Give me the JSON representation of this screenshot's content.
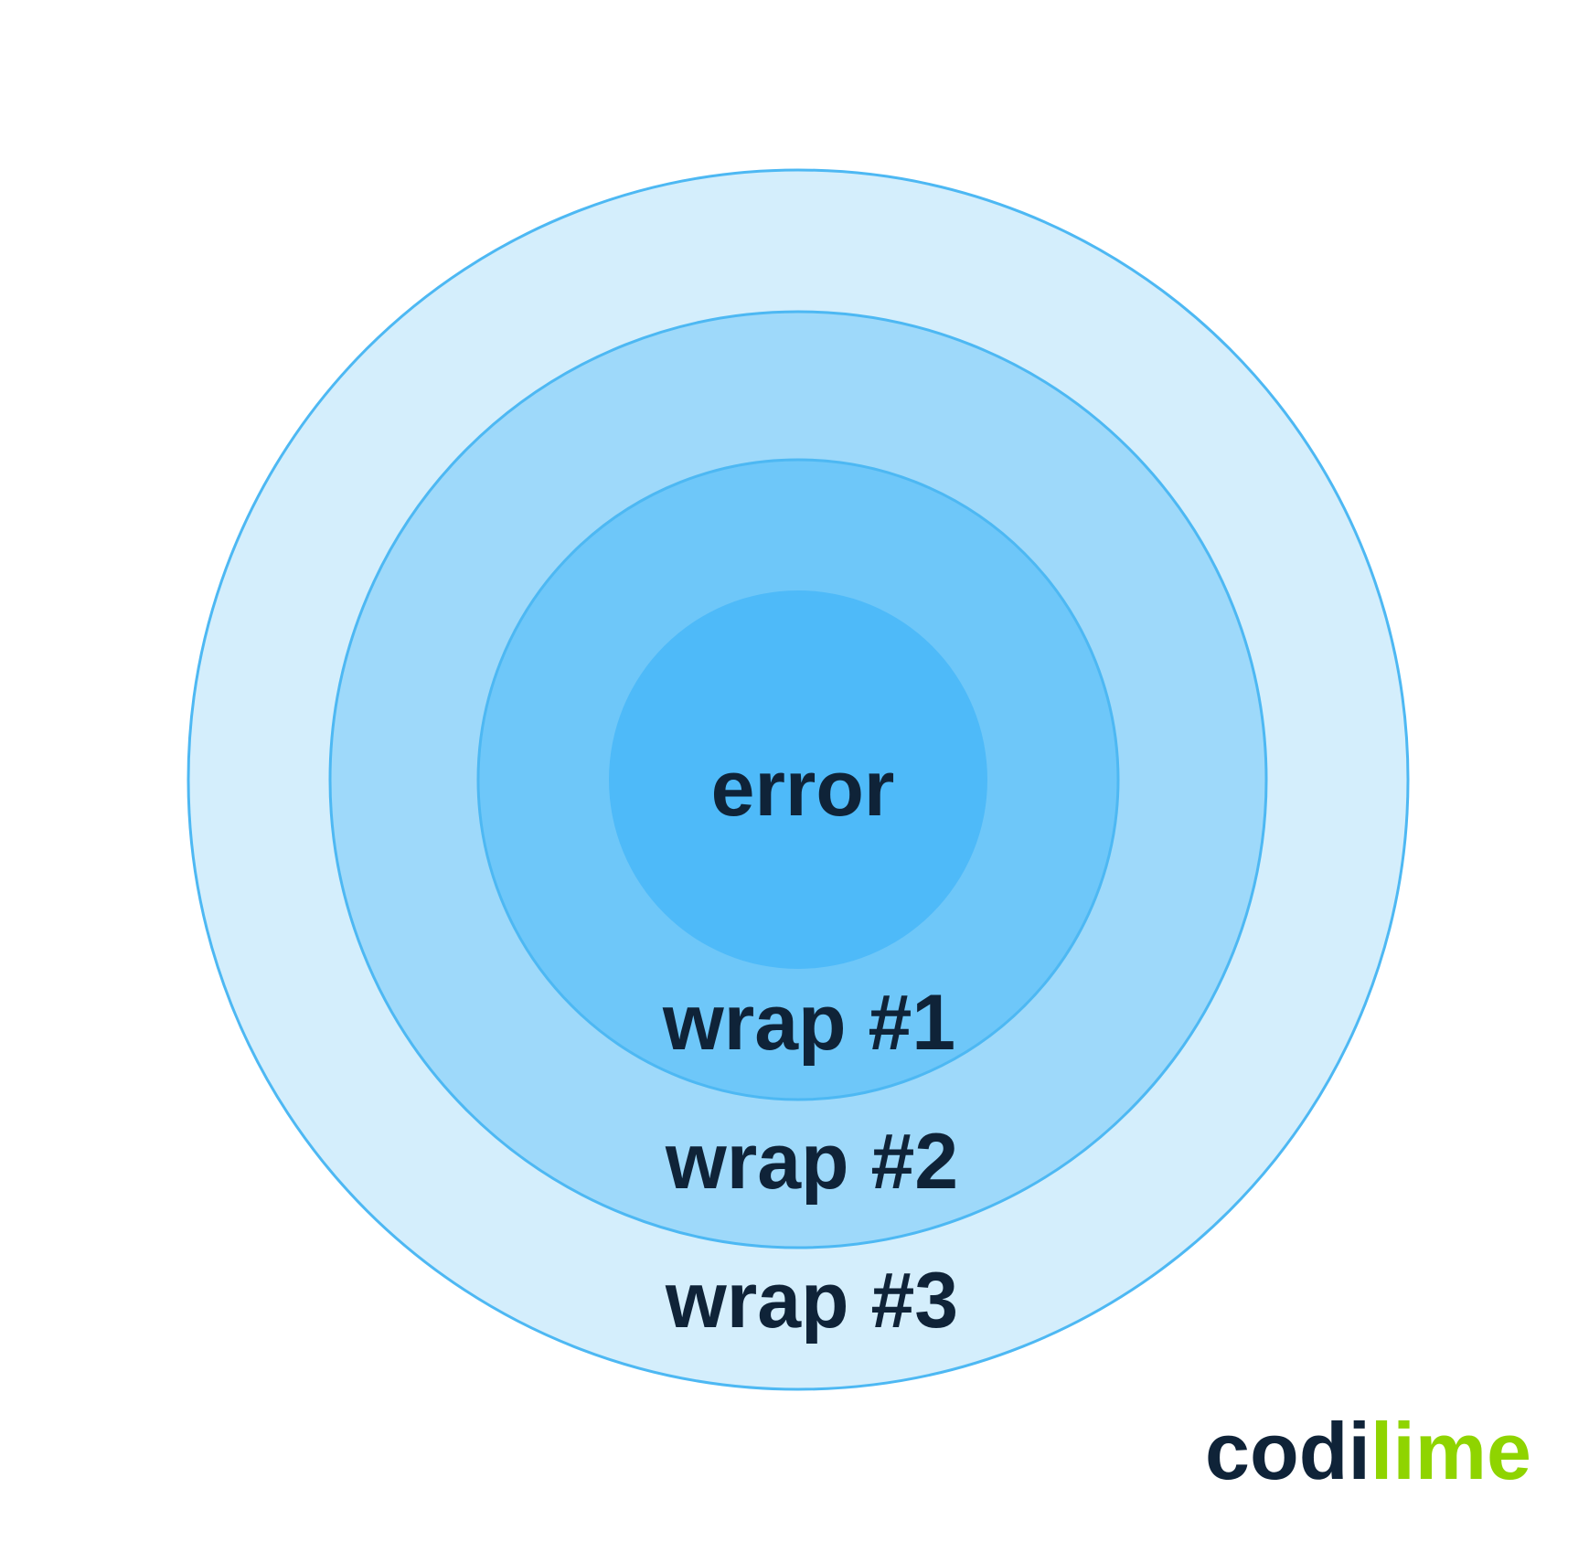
{
  "colors": {
    "background": "#ffffff",
    "outline": "#4db8f3",
    "layer_wrap3": "#d4eefc",
    "layer_wrap2": "#9ed9fa",
    "layer_wrap1": "#6ec7f9",
    "layer_error": "#4ebaf9",
    "text": "#0f2338",
    "brand_green": "#8fd400"
  },
  "diagram": {
    "core_label": "error",
    "wrap1_label": "wrap #1",
    "wrap2_label": "wrap #2",
    "wrap3_label": "wrap #3"
  },
  "logo": {
    "part1": "codi",
    "part2": "lime",
    "icon": "codilime-logo-icon"
  }
}
